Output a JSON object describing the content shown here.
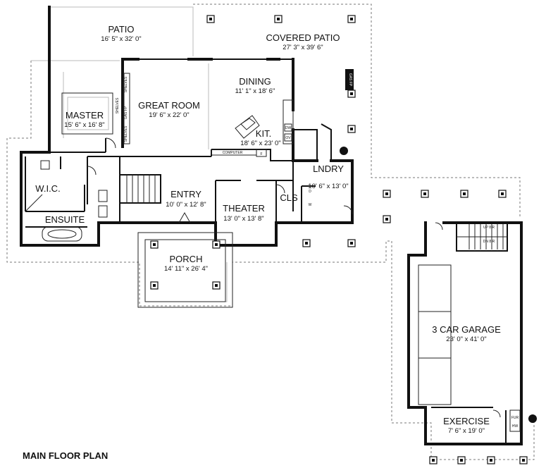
{
  "plan_title": "MAIN FLOOR PLAN",
  "rooms": {
    "patio": {
      "name": "PATIO",
      "size": "16' 5\" x 32' 0\""
    },
    "covered_patio": {
      "name": "COVERED PATIO",
      "size": "27' 3\" x 39' 6\""
    },
    "dining": {
      "name": "DINING",
      "size": "11' 1\" x 18' 6\""
    },
    "great_room": {
      "name": "GREAT ROOM",
      "size": "19' 6\" x 22' 0\""
    },
    "master": {
      "name": "MASTER",
      "size": "15' 6\" x 16' 8\""
    },
    "kitchen": {
      "name": "KIT.",
      "size": "18' 6\" x 23' 0\""
    },
    "laundry": {
      "name": "LNDRY",
      "size": "10' 6\" x 13' 0\""
    },
    "wic": {
      "name": "W.I.C.",
      "size": ""
    },
    "ensuite": {
      "name": "ENSUITE",
      "size": ""
    },
    "entry": {
      "name": "ENTRY",
      "size": "10' 0\" x 12' 8\""
    },
    "theater": {
      "name": "THEATER",
      "size": "13' 0\" x 13' 8\""
    },
    "closet": {
      "name": "CLS",
      "size": ""
    },
    "porch": {
      "name": "PORCH",
      "size": "14' 11\" x 26' 4\""
    },
    "garage": {
      "name": "3 CAR GARAGE",
      "size": "23' 0\" x 41' 0\""
    },
    "exercise": {
      "name": "EXERCISE",
      "size": "7' 6\" x 19' 0\""
    }
  },
  "fixtures": {
    "computer": "COMPUTER",
    "fridge": "F",
    "dishwasher": "DW",
    "oven": "OV",
    "dryer": "D",
    "washer": "W",
    "gas_fp_great": "GAS FP",
    "gas_fp_patio": "GAS FP",
    "shelves_a": "SHELVES",
    "shelves_b": "SHELVES",
    "shelves_c": "SHELVES",
    "up": "UP 8 R",
    "dn": "DN 8 R",
    "furn": "FUR",
    "hw": "HW"
  }
}
